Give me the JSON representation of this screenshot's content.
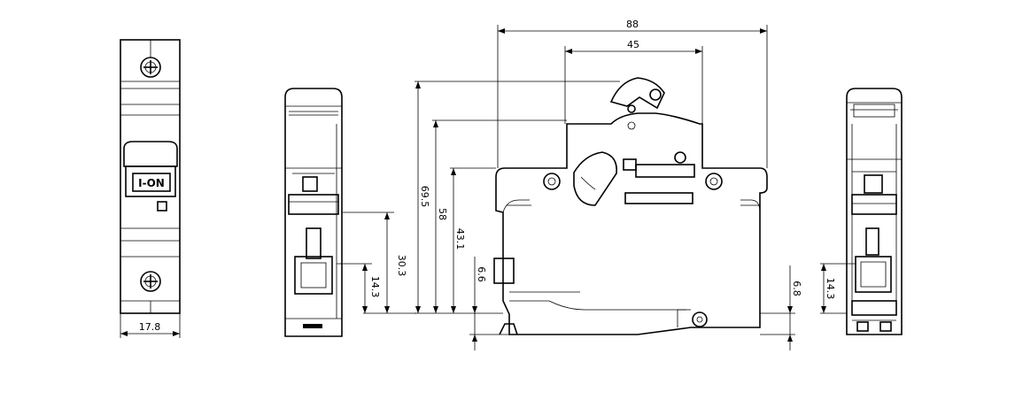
{
  "dimensions": {
    "front_width": "17.8",
    "overall_width": "88",
    "top_width": "45",
    "total_height": "69.5",
    "body_height": "58",
    "mid_height": "43.1",
    "foot_offset_left": "6.6",
    "foot_offset_right": "6.8",
    "left_side_upper": "30.3",
    "left_side_lower": "14.3",
    "right_side_lower": "14.3"
  },
  "labels": {
    "switch_marking": "I-ON"
  }
}
